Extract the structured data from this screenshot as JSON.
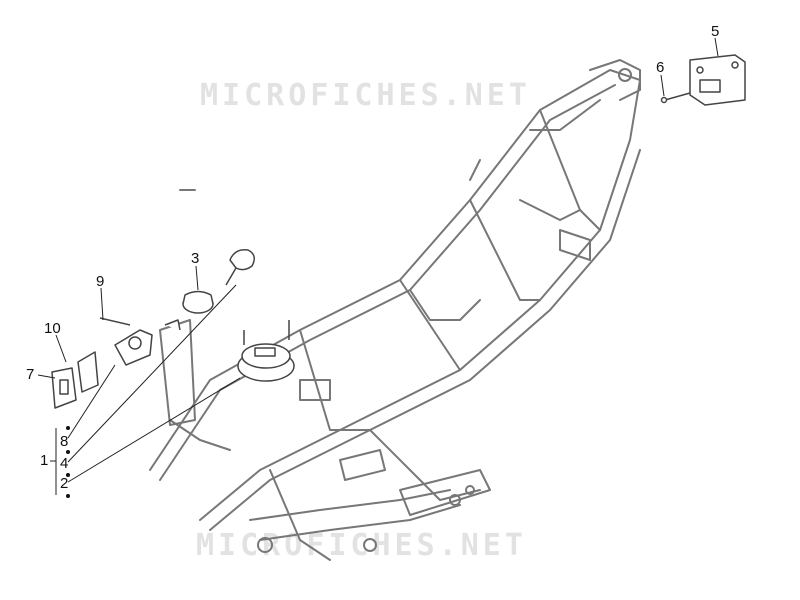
{
  "watermark": {
    "text_top": "MICROFICHES.NET",
    "text_bottom": "MICROFICHES.NET",
    "color": "#e2e2e2"
  },
  "callouts": {
    "c1": "1",
    "c2": "2",
    "c3": "3",
    "c4": "4",
    "c5": "5",
    "c6": "6",
    "c7": "7",
    "c8": "8",
    "c9": "9",
    "c10": "10"
  },
  "colors": {
    "line": "#444444",
    "frame": "#777777",
    "fill": "#ffffff"
  }
}
